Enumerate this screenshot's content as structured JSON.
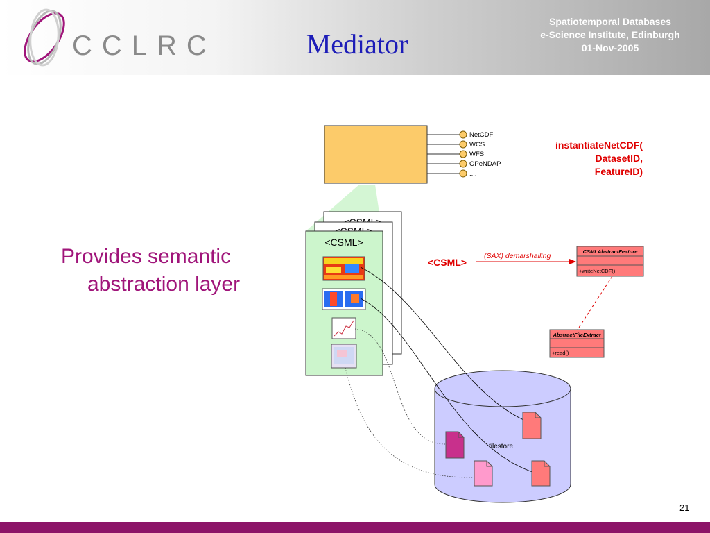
{
  "header": {
    "logo_text": "CCLRC",
    "title": "Mediator",
    "conference_lines": [
      "Spatiotemporal Databases",
      "e-Science Institute, Edinburgh",
      "01-Nov-2005"
    ]
  },
  "bullet": {
    "line1": "Provides semantic",
    "line2": "abstraction layer"
  },
  "diagram": {
    "services": [
      "NetCDF",
      "WCS",
      "WFS",
      "OPeNDAP",
      "...."
    ],
    "call": [
      "instantiateNetCDF(",
      "DatasetID,",
      "FeatureID)"
    ],
    "csml_stack_label": "<CSML>",
    "csml_input_label": "<CSML>",
    "demarshalling_label": "(SAX) demarshalling",
    "class_feature": {
      "name": "CSMLAbstractFeature",
      "method": "+writeNetCDF()"
    },
    "class_extract": {
      "name": "AbstractFileExtract",
      "method": "+read()"
    },
    "filestore_label": "filestore"
  },
  "footer": {
    "page_number": "21"
  },
  "colors": {
    "title_blue": "#1d1db8",
    "bullet_magenta": "#a0157a",
    "footer_purple": "#8c1468",
    "service_box": "#fccb6a",
    "csml_green": "#ccf5cc",
    "class_red": "#ff7a7a",
    "cylinder": "#ccccff",
    "call_red": "#e00000"
  }
}
